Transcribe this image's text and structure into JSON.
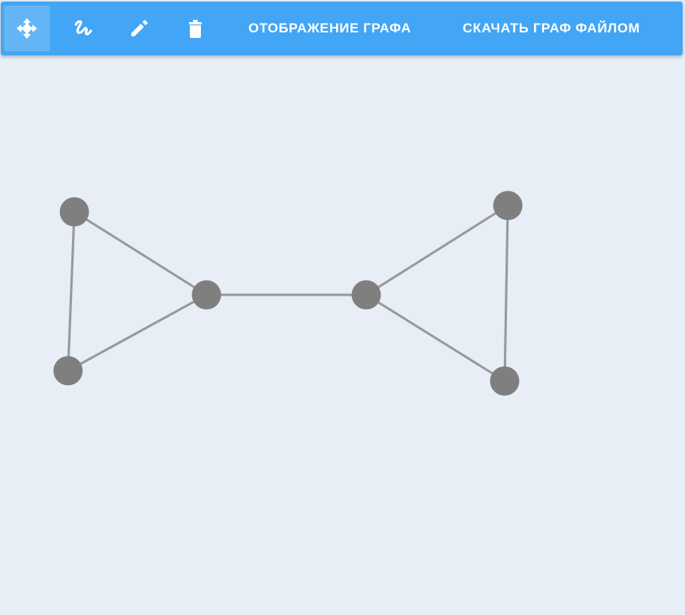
{
  "toolbar": {
    "background": "#42a5f5",
    "active_background": "#64b5f6",
    "tools": [
      {
        "name": "move-tool",
        "icon": "move-arrows-icon",
        "active": true
      },
      {
        "name": "draw-tool",
        "icon": "scribble-icon",
        "active": false
      },
      {
        "name": "edit-tool",
        "icon": "pencil-icon",
        "active": false
      },
      {
        "name": "delete-tool",
        "icon": "trash-icon",
        "active": false
      }
    ],
    "display_graph_label": "Отображение графа",
    "download_graph_label": "Скачать граф файлом"
  },
  "graph": {
    "node_color": "#7f7f7f",
    "edge_color": "#999999",
    "nodes": [
      {
        "id": "n1"
      },
      {
        "id": "n2"
      },
      {
        "id": "n3"
      },
      {
        "id": "n4"
      },
      {
        "id": "n5"
      },
      {
        "id": "n6"
      }
    ],
    "edges": [
      [
        "n1",
        "n2"
      ],
      [
        "n1",
        "n3"
      ],
      [
        "n2",
        "n3"
      ],
      [
        "n2",
        "n4"
      ],
      [
        "n4",
        "n5"
      ],
      [
        "n4",
        "n6"
      ],
      [
        "n5",
        "n6"
      ]
    ]
  }
}
